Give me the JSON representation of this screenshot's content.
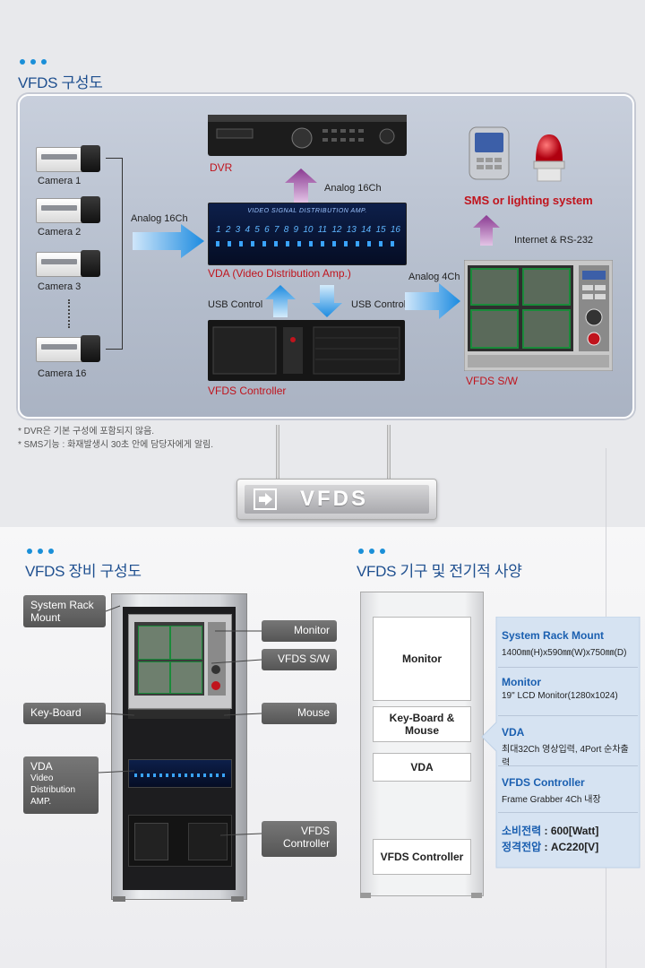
{
  "section1": {
    "title": "VFDS 구성도"
  },
  "diagram": {
    "cameras": [
      "Camera 1",
      "Camera 2",
      "Camera 3",
      "Camera 16"
    ],
    "dvr_label": "DVR",
    "analog_16ch_top": "Analog 16Ch",
    "analog_16ch_left": "Analog 16Ch",
    "analog_4ch": "Analog 4Ch",
    "vda_label": "VDA (Video Distribution Amp.)",
    "vda_screen_title": "VIDEO SIGNAL DISTRIBUTION AMP.",
    "vda_numbers": [
      "1",
      "2",
      "3",
      "4",
      "5",
      "6",
      "7",
      "8",
      "9",
      "10",
      "11",
      "12",
      "13",
      "14",
      "15",
      "16"
    ],
    "usb_left": "USB Control",
    "usb_right": "USB Control",
    "controller_label": "VFDS Controller",
    "sms_label": "SMS or lighting system",
    "internet_label": "Internet & RS-232",
    "sw_label": "VFDS S/W"
  },
  "footnotes": [
    "* DVR은 기본 구성에 포함되지 않음.",
    "* SMS기능 : 화재발생시 30초 안에 담당자에게 알림."
  ],
  "sign": {
    "text": "VFDS"
  },
  "section2": {
    "title": "VFDS 장비 구성도",
    "labels": {
      "rack_mount": "System Rack Mount",
      "keyboard": "Key-Board",
      "vda_title": "VDA",
      "vda_desc": "Video Distribution AMP.",
      "monitor": "Monitor",
      "sw": "VFDS S/W",
      "mouse": "Mouse",
      "controller": "VFDS Controller"
    }
  },
  "section3": {
    "title": "VFDS 기구 및 전기적 사양",
    "modules": [
      "Monitor",
      "Key-Board & Mouse",
      "VDA",
      "VFDS Controller"
    ],
    "specs": [
      {
        "title": "System Rack Mount",
        "value": "1400㎜(H)x590㎜(W)x750㎜(D)"
      },
      {
        "title": "Monitor",
        "value": "19\" LCD Monitor(1280x1024)"
      },
      {
        "title": "VDA",
        "value": "최대32Ch 영상입력, 4Port 순차출력"
      },
      {
        "title": "VFDS Controller",
        "value": "Frame Grabber 4Ch 내장"
      }
    ],
    "power_label": "소비전력",
    "power_value": " : 600[Watt]",
    "voltage_label": "정격전압",
    "voltage_value": " : AC220[V]"
  },
  "colors": {
    "accent": "#1a8fd8",
    "title_blue": "#1e4f8f",
    "red": "#c0141d",
    "spec_blue": "#1a5fb0"
  }
}
